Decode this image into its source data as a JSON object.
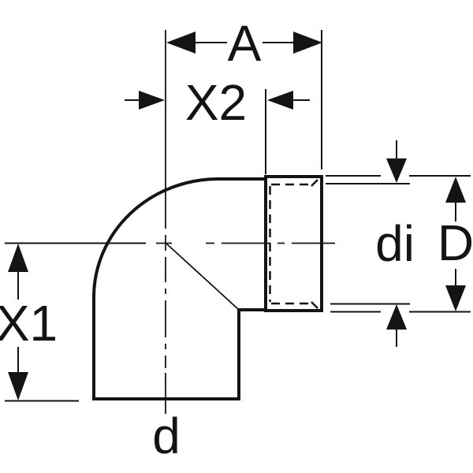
{
  "drawing": {
    "kind": "technical dimension drawing",
    "subject": "90-degree pipe elbow with socket",
    "background_color": "#ffffff",
    "line_color": "#141414",
    "dimension_labels": {
      "A": "A",
      "X2": "X2",
      "X1": "X1",
      "d": "d",
      "di": "di",
      "D": "D"
    }
  }
}
